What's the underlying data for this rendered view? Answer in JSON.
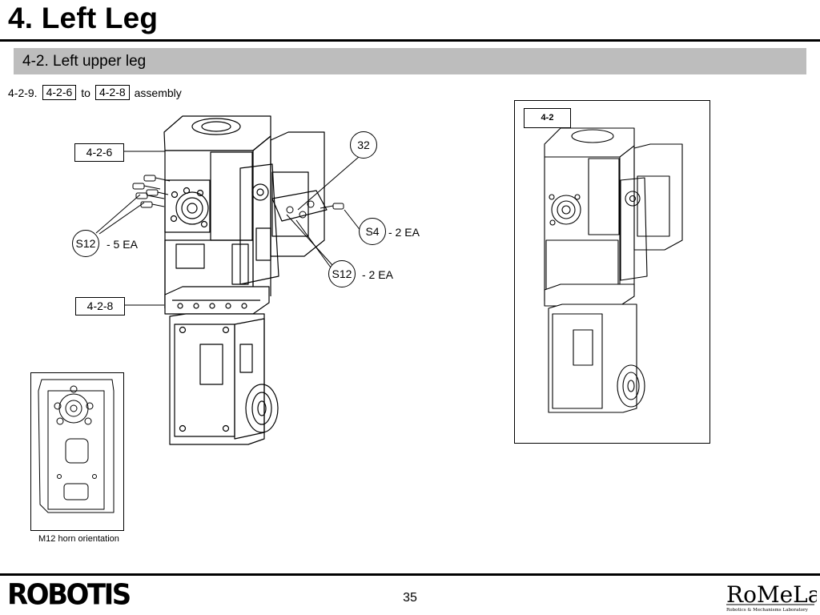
{
  "header": {
    "title": "4. Left Leg"
  },
  "section": {
    "title": "4-2. Left upper leg"
  },
  "step": {
    "number": "4-2-9.",
    "from_ref": "4-2-6",
    "to_word": "to",
    "to_ref": "4-2-8",
    "suffix": "assembly"
  },
  "callouts": {
    "label_top": "4-2-6",
    "label_bottom": "4-2-8",
    "part_32": "32",
    "s4": "S4",
    "s4_qty": "- 2 EA",
    "s12_left": "S12",
    "s12_left_qty": "- 5 EA",
    "s12_right": "S12",
    "s12_right_qty": "- 2 EA"
  },
  "inset": {
    "caption": "M12 horn orientation"
  },
  "reference_panel": {
    "label": "4-2"
  },
  "footer": {
    "page_number": "35",
    "brand": "ROBOTIS",
    "lab_logo": "RoMeLa",
    "lab_logo_subtitle": "Robotics & Mechanisms Laboratory"
  }
}
